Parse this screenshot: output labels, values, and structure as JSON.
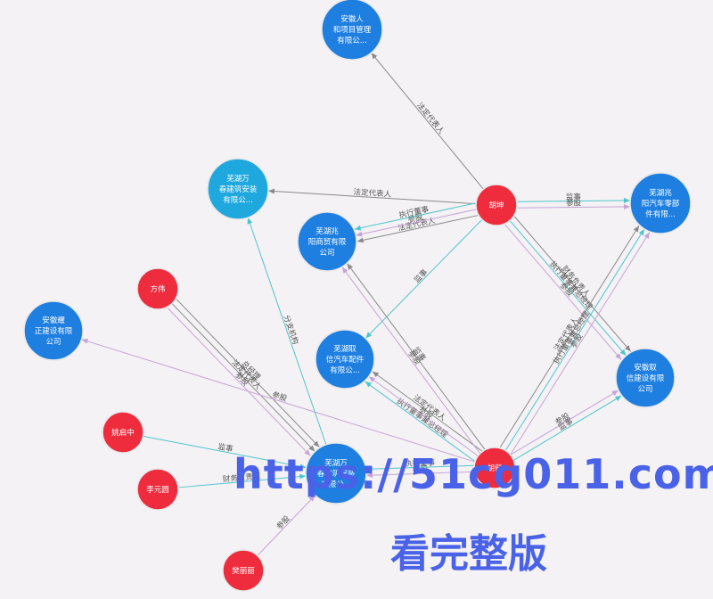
{
  "colors": {
    "person": "#ee2c3e",
    "company": "#1e7fe0",
    "company_light": "#1ea8de",
    "edge_gray": "#8a8a8a",
    "edge_cyan": "#4fc6cc",
    "edge_purple": "#c7a3d6"
  },
  "nodes": [
    {
      "id": "n_ahs",
      "type": "company",
      "lines": [
        "安徽人",
        "和项目管理",
        "有限公..."
      ]
    },
    {
      "id": "n_hukun",
      "type": "person",
      "lines": [
        "胡坤"
      ]
    },
    {
      "id": "n_wcjz1",
      "type": "company_light",
      "lines": [
        "芜湖万",
        "春建筑安装",
        "有限公..."
      ]
    },
    {
      "id": "n_wyg",
      "type": "company",
      "lines": [
        "芜湖兆",
        "阳汽车零部",
        "件有限..."
      ]
    },
    {
      "id": "n_wzy",
      "type": "company",
      "lines": [
        "芜湖兆",
        "阳商贸有限",
        "公司"
      ]
    },
    {
      "id": "n_fangwei",
      "type": "person",
      "lines": [
        "方伟"
      ]
    },
    {
      "id": "n_ahzz",
      "type": "company",
      "lines": [
        "安徽耀",
        "正建设有限",
        "公司"
      ]
    },
    {
      "id": "n_wqx",
      "type": "company",
      "lines": [
        "芜湖取",
        "信汽车配件",
        "有限公..."
      ]
    },
    {
      "id": "n_ahqx",
      "type": "company",
      "lines": [
        "安徽取",
        "信建设有限",
        "公司"
      ]
    },
    {
      "id": "n_zhangqz",
      "type": "person",
      "lines": [
        "姚启中"
      ]
    },
    {
      "id": "n_hujian",
      "type": "person",
      "lines": [
        "胡健"
      ]
    },
    {
      "id": "n_wcjz2",
      "type": "company",
      "lines": [
        "芜湖万",
        "春建筑安装",
        "有限公..."
      ]
    },
    {
      "id": "n_liyuanyuan",
      "type": "person",
      "lines": [
        "李元圆"
      ]
    },
    {
      "id": "n_bottom",
      "type": "person",
      "lines": [
        "樊丽丽"
      ]
    }
  ],
  "edges": [
    {
      "from": "n_hukun",
      "to": "n_ahs",
      "color": "edge_gray",
      "label": "法定代表人"
    },
    {
      "from": "n_hukun",
      "to": "n_wcjz1",
      "color": "edge_gray",
      "label": "法定代表人"
    },
    {
      "from": "n_hukun",
      "to": "n_wyg",
      "color": "edge_cyan",
      "label": "监事"
    },
    {
      "from": "n_hukun",
      "to": "n_wyg",
      "color": "edge_purple",
      "label": "参股"
    },
    {
      "from": "n_hukun",
      "to": "n_wzy",
      "color": "edge_gray",
      "label": "法定代表人"
    },
    {
      "from": "n_hukun",
      "to": "n_wzy",
      "color": "edge_purple",
      "label": "参股"
    },
    {
      "from": "n_hukun",
      "to": "n_wzy",
      "color": "edge_cyan",
      "label": "执行董事"
    },
    {
      "from": "n_hukun",
      "to": "n_wqx",
      "color": "edge_cyan",
      "label": "监事"
    },
    {
      "from": "n_hukun",
      "to": "n_ahqx",
      "color": "edge_gray",
      "label": "财务负责人"
    },
    {
      "from": "n_hukun",
      "to": "n_ahqx",
      "color": "edge_cyan",
      "label": "执行董事兼总经理"
    },
    {
      "from": "n_hukun",
      "to": "n_ahqx",
      "color": "edge_purple",
      "label": "参股"
    },
    {
      "from": "n_wcjz2",
      "to": "n_wcjz1",
      "color": "edge_cyan",
      "label": "分支机构"
    },
    {
      "from": "n_fangwei",
      "to": "n_wcjz2",
      "color": "edge_gray",
      "label": "总经理"
    },
    {
      "from": "n_fangwei",
      "to": "n_wcjz2",
      "color": "edge_gray",
      "label": "法定代表人"
    },
    {
      "from": "n_fangwei",
      "to": "n_wcjz2",
      "color": "edge_purple",
      "label": "参股"
    },
    {
      "from": "n_zhangqz",
      "to": "n_wcjz2",
      "color": "edge_cyan",
      "label": "监事"
    },
    {
      "from": "n_liyuanyuan",
      "to": "n_wcjz2",
      "color": "edge_cyan",
      "label": "财务负责人"
    },
    {
      "from": "n_bottom",
      "to": "n_wcjz2",
      "color": "edge_purple",
      "label": "参股"
    },
    {
      "from": "n_hujian",
      "to": "n_ahzz",
      "color": "edge_purple",
      "label": "参股"
    },
    {
      "from": "n_hujian",
      "to": "n_wcjz2",
      "color": "edge_purple",
      "label": "参股"
    },
    {
      "from": "n_hujian",
      "to": "n_wcjz2",
      "color": "edge_cyan",
      "label": "执行董事"
    },
    {
      "from": "n_hujian",
      "to": "n_wqx",
      "color": "edge_cyan",
      "label": "执行董事兼总经理"
    },
    {
      "from": "n_hujian",
      "to": "n_wqx",
      "color": "edge_purple",
      "label": "参股"
    },
    {
      "from": "n_hujian",
      "to": "n_wqx",
      "color": "edge_gray",
      "label": "法定代表人"
    },
    {
      "from": "n_hujian",
      "to": "n_wzy",
      "color": "edge_purple",
      "label": "参股"
    },
    {
      "from": "n_hujian",
      "to": "n_wzy",
      "color": "edge_gray",
      "label": "监事"
    },
    {
      "from": "n_hujian",
      "to": "n_wyg",
      "color": "edge_gray",
      "label": "法定代表人"
    },
    {
      "from": "n_hujian",
      "to": "n_wyg",
      "color": "edge_cyan",
      "label": "执行董事兼总经理"
    },
    {
      "from": "n_hujian",
      "to": "n_wyg",
      "color": "edge_purple",
      "label": "参股"
    },
    {
      "from": "n_hujian",
      "to": "n_ahqx",
      "color": "edge_purple",
      "label": "参股"
    },
    {
      "from": "n_hujian",
      "to": "n_ahqx",
      "color": "edge_cyan",
      "label": "监事"
    }
  ],
  "watermark": {
    "line1": "https://51cg011.com",
    "line2": "看完整版"
  }
}
